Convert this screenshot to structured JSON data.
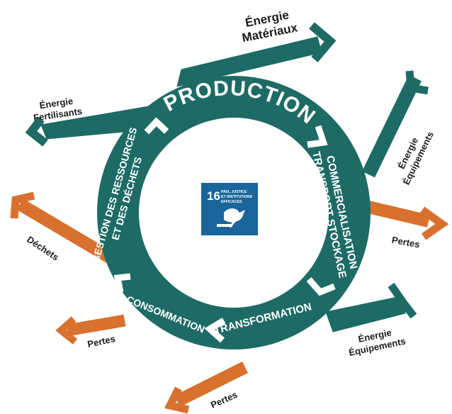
{
  "colors": {
    "ring": "#1e6b66",
    "outflow": "#d9712e",
    "sdg16": "#19659c",
    "white": "#ffffff",
    "text": "#1b1b1b"
  },
  "stages": {
    "production": "PRODUCTION",
    "commercialisation_line1": "COMMERCIALISATION",
    "commercialisation_line2": "TRANSPORT STOCKAGE",
    "transformation": "TRANSFORMATION",
    "consommation": "CONSOMMATION",
    "gestion_line1": "GESTION DES RESSOURCES",
    "gestion_line2": "ET DES DÉCHETS"
  },
  "inputs": {
    "energie_materiaux_1": "Énergie",
    "energie_materiaux_2": "Matériaux",
    "energie_fertilisants_1": "Énergie",
    "energie_fertilisants_2": "Fertilisants",
    "energie_equipements_a_1": "Énergie",
    "energie_equipements_a_2": "Équipements",
    "energie_equipements_b_1": "Énergie",
    "energie_equipements_b_2": "Équipements"
  },
  "outputs": {
    "pertes_right": "Pertes",
    "pertes_left": "Pertes",
    "pertes_bottom": "Pertes",
    "dechets": "Déchets"
  },
  "sdg_badge": {
    "number": "16",
    "title_line1": "PAIX, JUSTICE",
    "title_line2": "ET INSTITUTIONS",
    "title_line3": "EFFICACES",
    "icon": "dove-gavel-icon"
  }
}
